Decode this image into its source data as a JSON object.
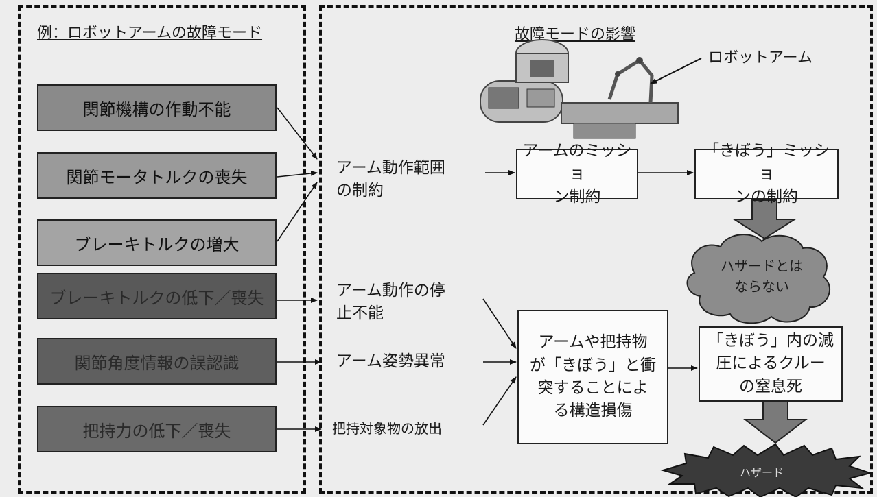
{
  "left_panel": {
    "title": "例：ロボットアームの故障モード",
    "modes": [
      "関節機構の作動不能",
      "関節モータトルクの喪失",
      "ブレーキトルクの増大",
      "ブレーキトルクの低下／喪失",
      "関節角度情報の誤認識",
      "把持力の低下／喪失"
    ]
  },
  "right_panel": {
    "title": "故障モードの影響",
    "robot_arm_label": "ロボットアーム",
    "effects": {
      "range_limit": [
        "アーム動作範囲",
        "の制約"
      ],
      "stop_failure": [
        "アーム動作の停",
        "止不能"
      ],
      "posture_error": "アーム姿勢異常",
      "release": "把持対象物の放出"
    },
    "consequences": {
      "arm_mission": [
        "アームのミッショ",
        "ン制約"
      ],
      "kibo_mission": [
        "「きぼう」ミッショ",
        "ンの制約"
      ],
      "collision": [
        "アームや把持物",
        "が「きぼう」と衝",
        "突することによ",
        "る構造損傷"
      ],
      "suffocation": [
        "「きぼう」内の減",
        "圧によるクルー",
        "の窒息死"
      ]
    },
    "outcomes": {
      "no_hazard": [
        "ハザードとは",
        "ならない"
      ],
      "hazard": "ハザード"
    }
  },
  "colors": {
    "mode_shades": [
      "#8a8a8a",
      "#9a9a9a",
      "#a4a4a4",
      "#595959",
      "#5f5f5f",
      "#6a6a6a"
    ],
    "mode_text": [
      "#111111",
      "#111111",
      "#111111",
      "#2a2a2a",
      "#2a2a2a",
      "#2a2a2a"
    ],
    "cloud_fill": "#8c8c8c",
    "hazard_fill": "#3a3a3a",
    "arrow_fill": "#7a7a7a"
  }
}
